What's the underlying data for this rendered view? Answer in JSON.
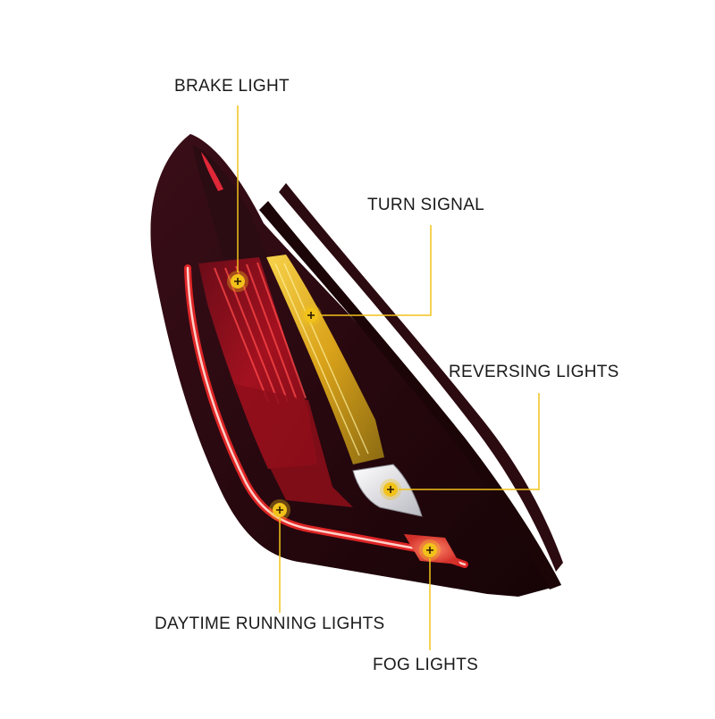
{
  "labels": {
    "brake_light": "BRAKE LIGHT",
    "turn_signal": "TURN SIGNAL",
    "reversing_lights": "REVERSING LIGHTS",
    "daytime_running_lights": "DAYTIME RUNNING LIGHTS",
    "fog_lights": "FOG LIGHTS"
  },
  "colors": {
    "callout": "#f2c21a",
    "housing": "#2a0a10",
    "red_lens": "#c0182a",
    "amber_lens": "#e8b820",
    "clear_lens": "#e9e9ee",
    "drl_glow": "#ff3a3a"
  }
}
